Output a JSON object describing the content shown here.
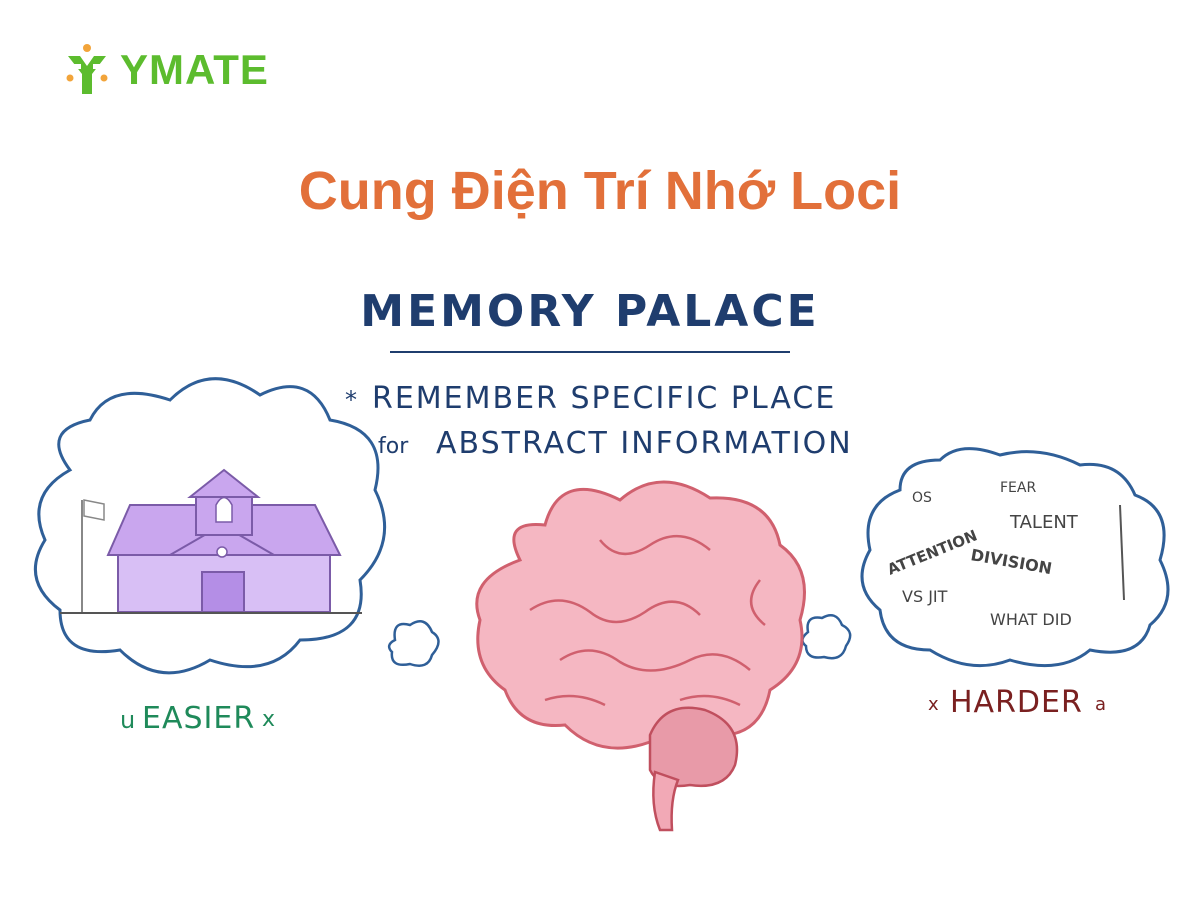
{
  "brand": {
    "name": "YMATE",
    "color": "#5cbc2e",
    "accent_dot": "#f2a43a"
  },
  "title": {
    "text": "Cung Điện Trí Nhớ Loci",
    "color": "#e2703a"
  },
  "sketch": {
    "heading": "MEMORY PALACE",
    "line1": "REMEMBER SPECIFIC PLACE",
    "line1_bullet": "*",
    "line2_prefix": "for",
    "line2": "ABSTRACT INFORMATION",
    "ink_color": "#1f3d6e",
    "easier_label": "EASIER",
    "easier_color": "#1f8a5a",
    "harder_label": "HARDER",
    "harder_color": "#7a2020",
    "house_color": "#c9a6ee",
    "brain_color": "#e8788a",
    "cloud_color": "#2f5f98",
    "scribbles": [
      "OS",
      "FEAR",
      "TALENT",
      "ATTENTION",
      "DIVISION",
      "VS JIT",
      "WHAT DID"
    ]
  }
}
